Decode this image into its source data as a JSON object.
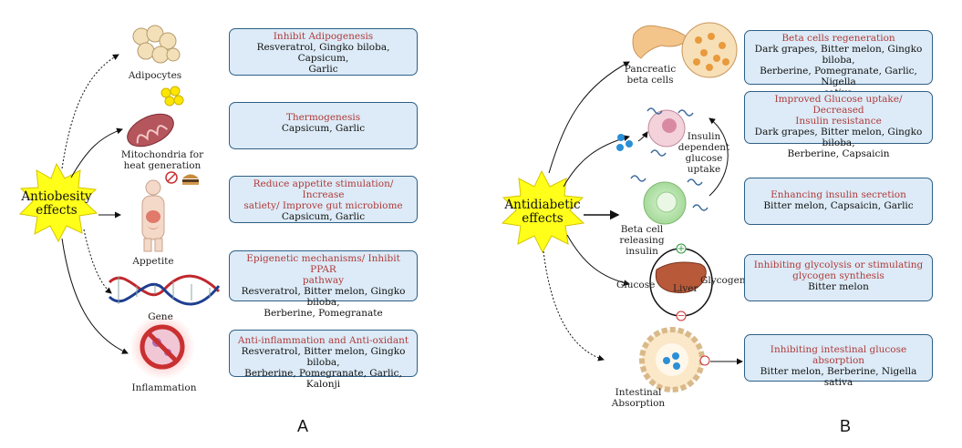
{
  "panel_a": {
    "center": "Antiobesity\neffects",
    "items": [
      {
        "icon": "adipocytes-icon",
        "label": "Adipocytes",
        "title": "Inhibit Adipogenesis",
        "agents": "Resveratrol, Gingko biloba, Capsicum,\nGarlic"
      },
      {
        "icon": "mitochondria-icon",
        "label": "Mitochondria for\nheat generation",
        "title": "Thermogenesis",
        "agents": "Capsicum, Garlic"
      },
      {
        "icon": "appetite-body-icon",
        "label": "Appetite",
        "title": "Reduce appetite stimulation/ Increase\nsatiety/ Improve gut microbiome",
        "agents": "Capsicum, Garlic"
      },
      {
        "icon": "dna-helix-icon",
        "label": "Gene",
        "title": "Epigenetic mechanisms/ Inhibit PPAR\npathway",
        "agents": "Resveratrol, Bitter melon, Gingko biloba,\nBerberine, Pomegranate"
      },
      {
        "icon": "no-inflammation-icon",
        "label": "Inflammation",
        "title": "Anti-inflammation and Anti-oxidant",
        "agents": "Resveratrol, Bitter melon, Gingko biloba,\nBerberine, Pomegranate, Garlic, Kalonji"
      }
    ],
    "letter": "A"
  },
  "panel_b": {
    "center": "Antidiabetic\neffects",
    "labels": {
      "pancreas": "Pancreatic\nbeta cells",
      "insulin_uptake": "Insulin\ndependent\nglucose\nuptake",
      "beta_cell": "Beta cell\nreleasing\ninsulin",
      "glucose": "Glucose",
      "glycogen": "Glycogen",
      "liver": "Liver",
      "plus": "+",
      "minus": "−",
      "intestinal": "Intestinal\nAbsorption"
    },
    "items": [
      {
        "title": "Beta cells regeneration",
        "agents": "Dark grapes, Bitter melon, Gingko biloba,\nBerberine, Pomegranate, Garlic, Nigella\nsativa"
      },
      {
        "title": "Improved Glucose uptake/ Decreased\nInsulin resistance",
        "agents": "Dark grapes, Bitter melon, Gingko biloba,\nBerberine, Capsaicin"
      },
      {
        "title": "Enhancing insulin secretion",
        "agents": "Bitter melon, Capsaicin, Garlic"
      },
      {
        "title": "Inhibiting glycolysis or stimulating\nglycogen synthesis",
        "agents": "Bitter melon"
      },
      {
        "title": "Inhibiting intestinal glucose absorption",
        "agents": "Bitter melon, Berberine, Nigella sativa"
      }
    ],
    "letter": "B"
  },
  "colors": {
    "burst": "#ffff19",
    "box_fill": "#dcebf7",
    "box_border": "#2f5f86",
    "title_red": "#b03a3a"
  }
}
